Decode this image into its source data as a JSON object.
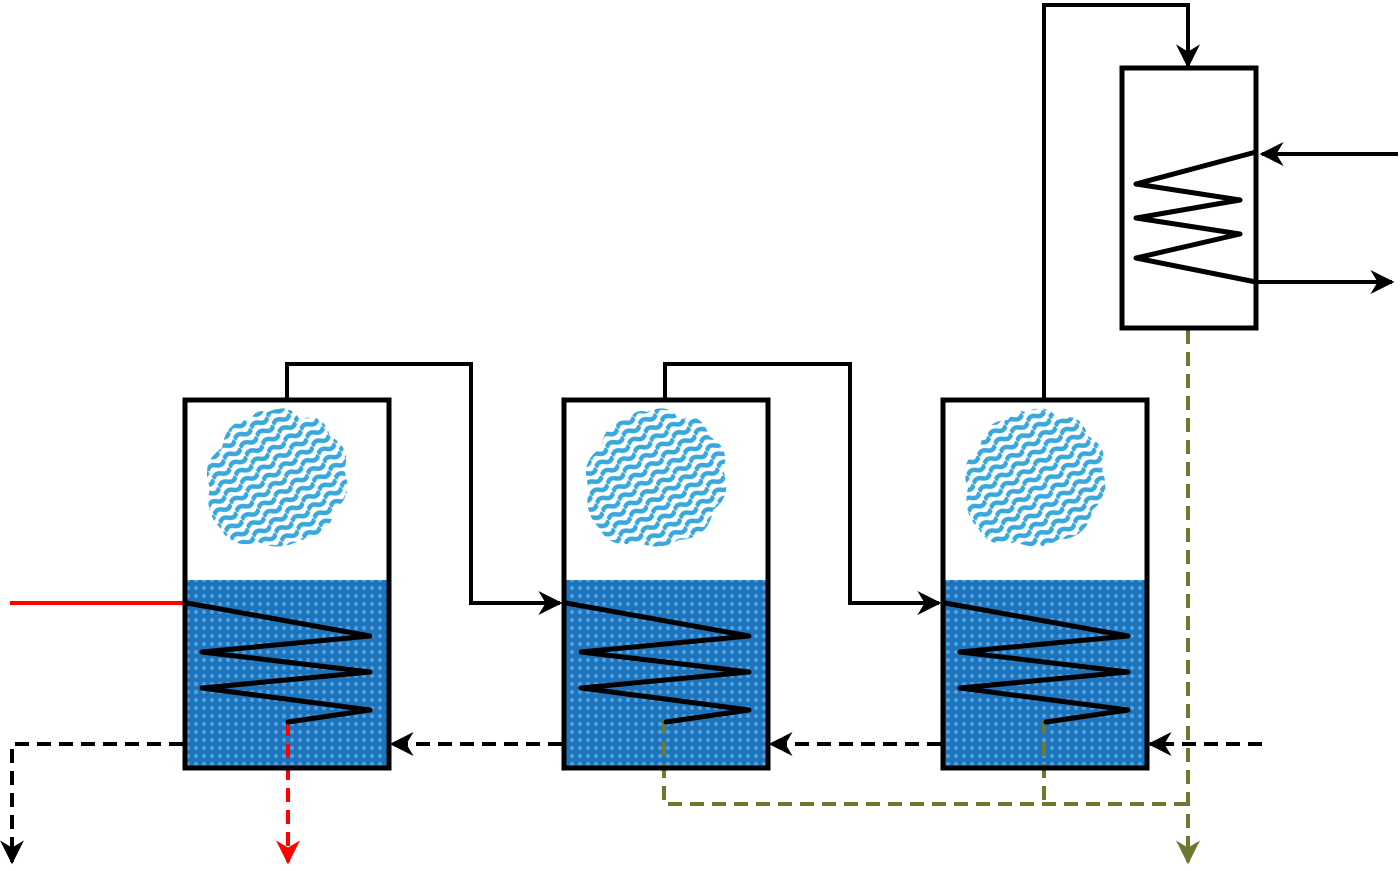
{
  "diagram": {
    "background": "#ffffff",
    "colors": {
      "outline": "#000000",
      "liquid": "#1f73bb",
      "liquid_dots": "#4aa3e3",
      "vapor": "#39a8dc",
      "heating_steam": "#ff0000",
      "condensate": "#6b7a2e",
      "feed_liquid": "#000000"
    },
    "components": [
      {
        "id": "evaporator-effect-1",
        "kind": "evaporator-vessel",
        "icon": "vapor-cloud-icon"
      },
      {
        "id": "evaporator-effect-2",
        "kind": "evaporator-vessel",
        "icon": "vapor-cloud-icon"
      },
      {
        "id": "evaporator-effect-3",
        "kind": "evaporator-vessel",
        "icon": "vapor-cloud-icon"
      },
      {
        "id": "condenser",
        "kind": "heat-exchanger",
        "icon": "coil-icon"
      }
    ],
    "streams": [
      {
        "id": "heating-steam-in",
        "style": "solid",
        "color": "heating_steam"
      },
      {
        "id": "steam-condensate-out",
        "style": "dashed",
        "color": "heating_steam"
      },
      {
        "id": "vapor-1-to-2",
        "style": "solid",
        "color": "outline"
      },
      {
        "id": "vapor-2-to-3",
        "style": "solid",
        "color": "outline"
      },
      {
        "id": "vapor-3-to-condenser",
        "style": "solid",
        "color": "outline"
      },
      {
        "id": "coolant-in",
        "style": "solid",
        "color": "outline"
      },
      {
        "id": "coolant-out",
        "style": "solid",
        "color": "outline"
      },
      {
        "id": "feed-liquid-flow",
        "style": "dashed",
        "color": "feed_liquid"
      },
      {
        "id": "condensate-collection",
        "style": "dashed",
        "color": "condensate"
      }
    ]
  }
}
